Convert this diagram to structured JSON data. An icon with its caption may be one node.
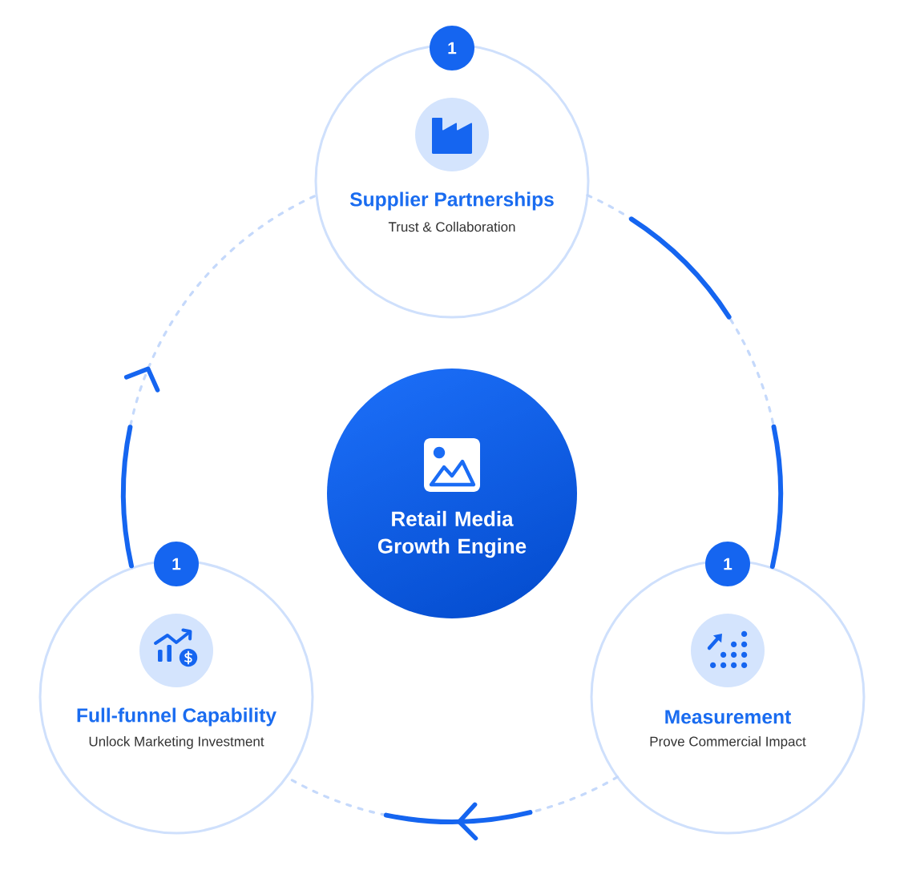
{
  "diagram": {
    "nodes": [
      {
        "text": [
          "1"
        ]
      },
      {
        "text": [
          "Supplier Partnerships",
          "Trust & Collaboration"
        ]
      },
      {
        "text": [
          "Retail Media Growth Engine"
        ]
      },
      {
        "text": [
          "1"
        ]
      },
      {
        "text": [
          "Full-funnel Capability",
          "Unlock Marketing Investment"
        ]
      },
      {
        "text": [
          "1"
        ]
      },
      {
        "text": [
          "Measurement",
          "Prove Commercial Impact"
        ]
      }
    ],
    "edges": [
      {
        "from": 1,
        "to": 6,
        "arrow": "none"
      },
      {
        "from": 6,
        "to": 4,
        "arrow": "to"
      },
      {
        "from": 4,
        "to": 1,
        "arrow": "to"
      }
    ]
  }
}
